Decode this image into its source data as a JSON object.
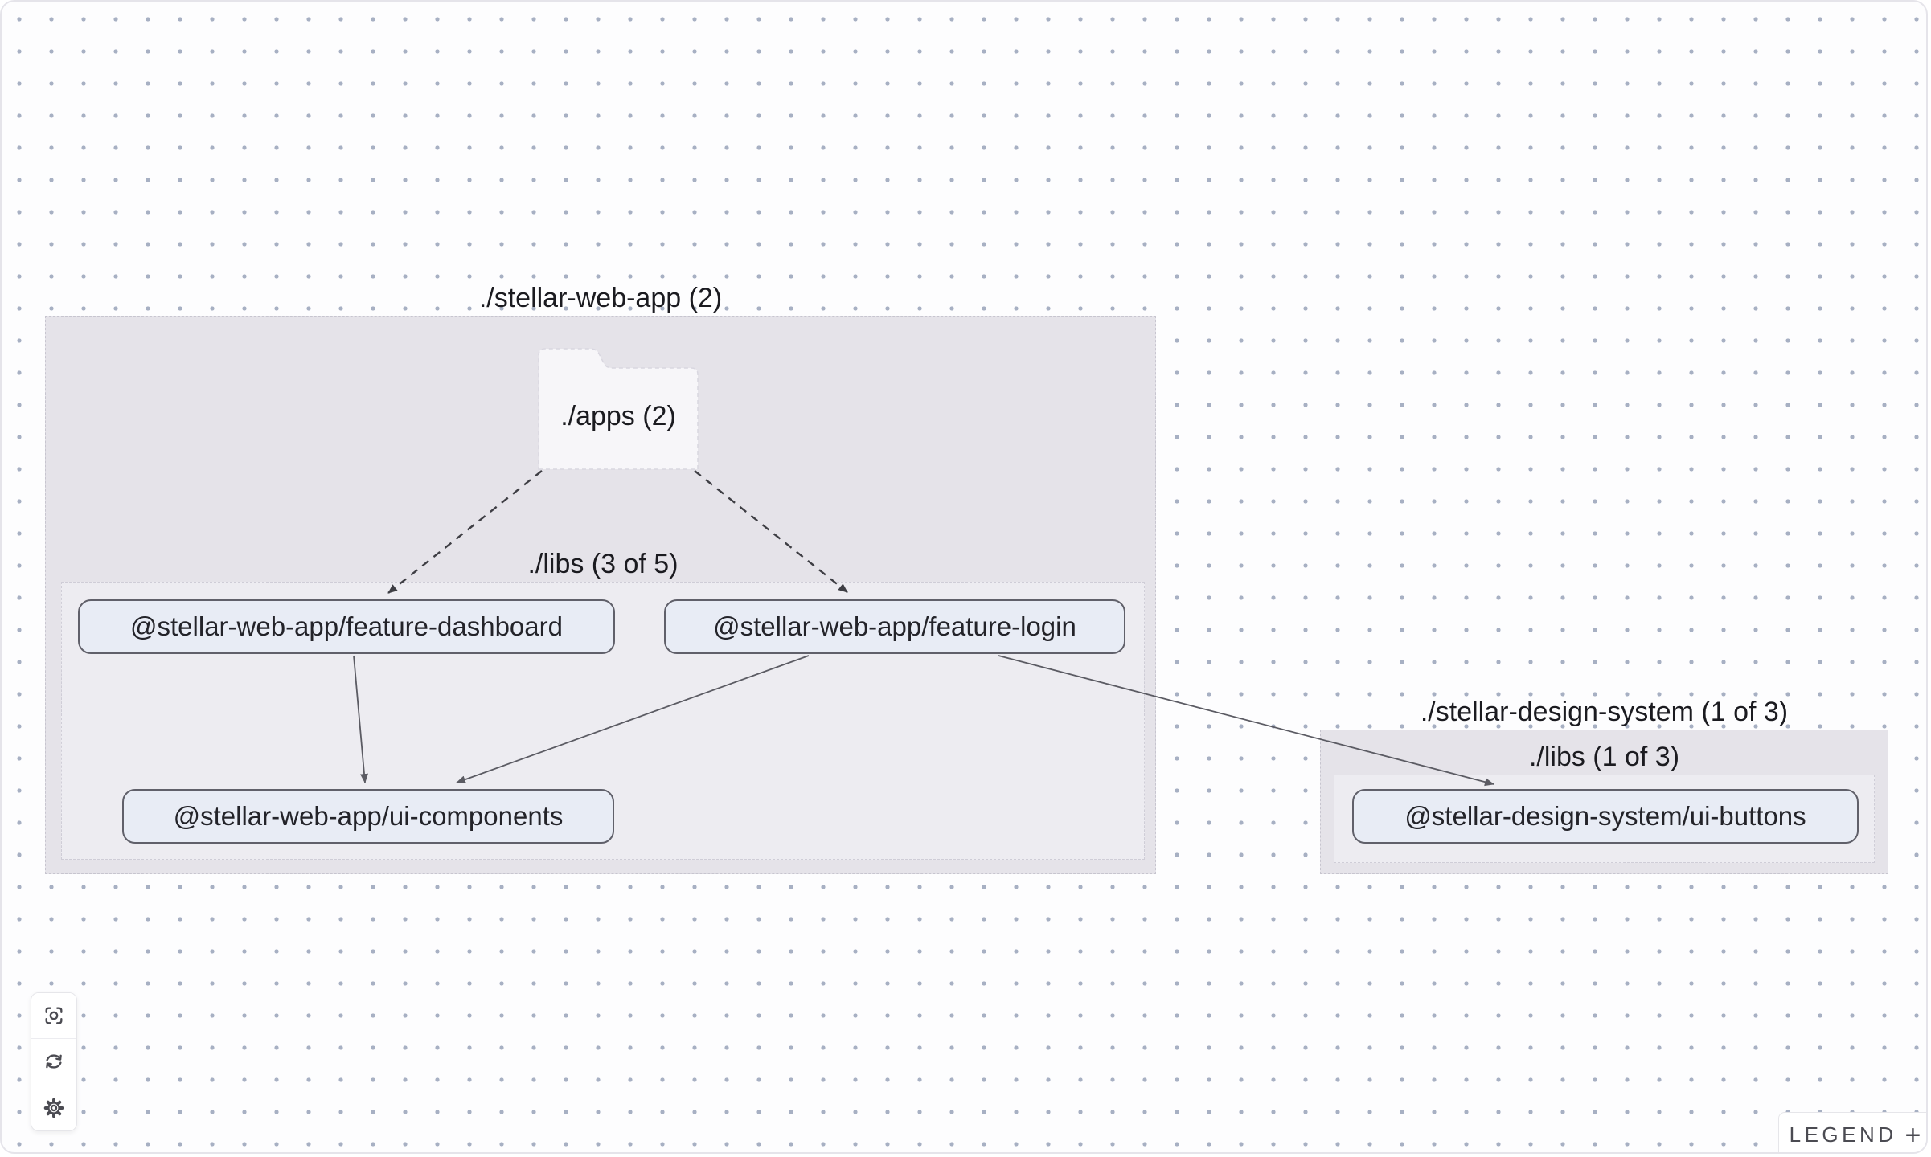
{
  "canvas": {
    "type": "project-dependency-graph"
  },
  "groups": [
    {
      "title": "./stellar-web-app (2)",
      "folder_label": "./apps (2)",
      "subgroup_title": "./libs (3 of 5)",
      "nodes": [
        "@stellar-web-app/feature-dashboard",
        "@stellar-web-app/feature-login",
        "@stellar-web-app/ui-components"
      ]
    },
    {
      "title": "./stellar-design-system (1 of 3)",
      "subgroup_title": "./libs (1 of 3)",
      "nodes": [
        "@stellar-design-system/ui-buttons"
      ]
    }
  ],
  "edges": [
    {
      "source": "./apps (2)",
      "target": "@stellar-web-app/feature-dashboard",
      "style": "dashed"
    },
    {
      "source": "./apps (2)",
      "target": "@stellar-web-app/feature-login",
      "style": "dashed"
    },
    {
      "source": "@stellar-web-app/feature-dashboard",
      "target": "@stellar-web-app/ui-components",
      "style": "solid"
    },
    {
      "source": "@stellar-web-app/feature-login",
      "target": "@stellar-web-app/ui-components",
      "style": "solid"
    },
    {
      "source": "@stellar-web-app/feature-login",
      "target": "@stellar-design-system/ui-buttons",
      "style": "solid"
    }
  ],
  "toolbar": {
    "buttons": [
      {
        "name": "focus",
        "icon": "focus-icon"
      },
      {
        "name": "refresh",
        "icon": "refresh-icon"
      },
      {
        "name": "settings",
        "icon": "settings-icon"
      }
    ]
  },
  "legend": {
    "label": "LEGEND",
    "plus": "+"
  },
  "colors": {
    "group_fill": "#e5e3e9",
    "subgroup_fill": "#edebf1",
    "node_fill": "#e8ecf5",
    "node_border": "#60606a",
    "edge_solid": "#5b5b63",
    "edge_dashed": "#3e3e44",
    "dot_grid": "#a7b0c3",
    "canvas_border": "#e5e4ea",
    "text": "#1b1b20",
    "muted_text": "#4b4b52",
    "folder_fill": "#f7f6f9"
  }
}
